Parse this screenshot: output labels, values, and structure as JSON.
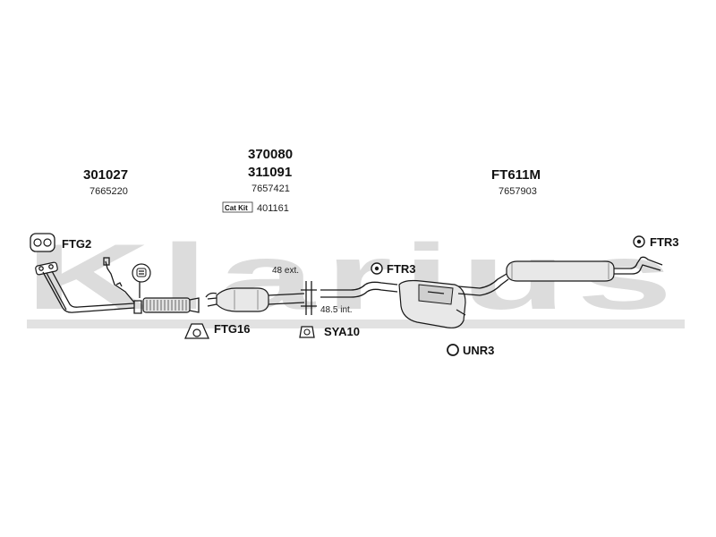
{
  "watermark": "Klarius",
  "parts": {
    "front_pipe": {
      "number": "301027",
      "ref": "7665220"
    },
    "catalyst": {
      "number_top": "370080",
      "number": "311091",
      "ref": "7657421",
      "cat_kit_label": "Cat Kit",
      "cat_kit_number": "401161"
    },
    "rear_system": {
      "number": "FT611M",
      "ref": "7657903"
    }
  },
  "fittings": {
    "ftg2": "FTG2",
    "ftg16": "FTG16",
    "ftr3_mid": "FTR3",
    "ftr3_rear": "FTR3",
    "sya10": "SYA10",
    "unr3": "UNR3"
  },
  "measurements": {
    "ext": "48 ext.",
    "int": "48.5 int."
  },
  "colors": {
    "watermark": "#dcdcdc",
    "line": "#1a1a1a",
    "part_fill": "#e8e8e8"
  }
}
